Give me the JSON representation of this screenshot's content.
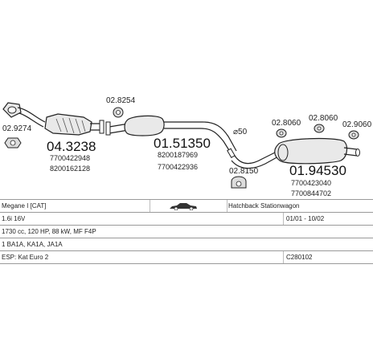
{
  "diagram": {
    "parts": [
      {
        "number": "04.3238",
        "refs": [
          "7700422948",
          "8200162128"
        ]
      },
      {
        "number": "01.51350",
        "refs": [
          "8200187969",
          "7700422936"
        ]
      },
      {
        "number": "01.94530",
        "refs": [
          "7700423040",
          "7700844702"
        ]
      }
    ],
    "fittings": [
      "02.9274",
      "02.8254",
      "02.8060",
      "02.8060",
      "02.9060",
      "02.8150"
    ],
    "diameter": "⌀50"
  },
  "info": {
    "model": "Megane I [CAT]",
    "body": "Hatchback Stationwagon",
    "engine": "1.6i 16V",
    "years": "01/01 - 10/02",
    "spec": "1730 cc, 120 HP, 88 kW, MF F4P",
    "codes": "1 BA1A, KA1A, JA1A",
    "note": "ESP: Kat Euro 2",
    "catalog": "C280102"
  }
}
